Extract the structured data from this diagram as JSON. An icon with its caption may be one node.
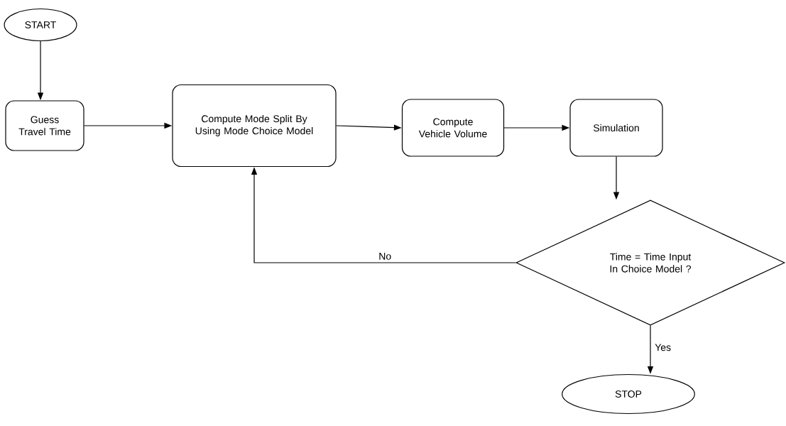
{
  "diagram": {
    "nodes": [
      {
        "text": [
          "START"
        ]
      },
      {
        "text": [
          "Guess Travel Time"
        ]
      },
      {
        "text": [
          "Compute Mode Split By Using Mode Choice Model"
        ]
      },
      {
        "text": [
          "Compute Vehicle Volume"
        ]
      },
      {
        "text": [
          "Simulation"
        ]
      },
      {
        "text": [
          "Time = Time Input In Choice Model ?"
        ]
      },
      {
        "text": [
          "STOP"
        ]
      }
    ],
    "edges": [
      {
        "from": 0,
        "to": 1,
        "arrow": "to"
      },
      {
        "from": 1,
        "to": 2,
        "arrow": "to"
      },
      {
        "from": 2,
        "to": 3,
        "arrow": "to"
      },
      {
        "from": 3,
        "to": 4,
        "arrow": "to"
      },
      {
        "from": 4,
        "to": 5,
        "arrow": "to"
      },
      {
        "from": 5,
        "to": 2,
        "arrow": "to",
        "label": "No"
      },
      {
        "from": 5,
        "to": 6,
        "arrow": "to",
        "label": "Yes"
      }
    ]
  }
}
